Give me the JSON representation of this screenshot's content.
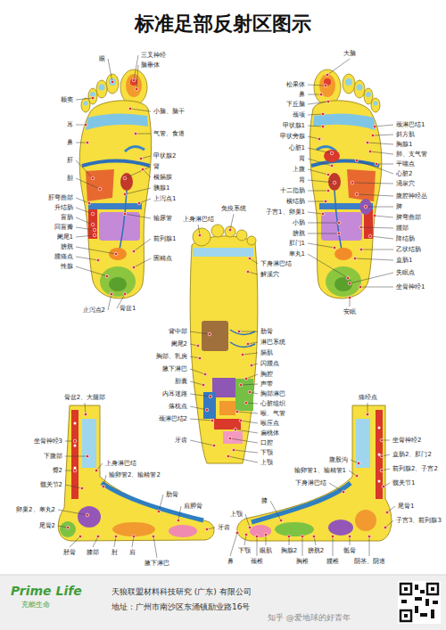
{
  "diagram": {
    "title": "标准足部反射区图示",
    "labels": [
      "三叉神经",
      "脑垂体",
      "眼",
      "额窦",
      "耳",
      "鼻",
      "肝",
      "胆",
      "肝弯曲部",
      "升结肠",
      "盲肠",
      "回盲瓣",
      "阑尾1",
      "膀胱",
      "腰痛点",
      "性腺",
      "小脑、脑干",
      "气管、食道",
      "甲状腺2",
      "肾",
      "横膈膜",
      "胰腺1",
      "上泻点1",
      "输尿管",
      "前列腺1",
      "固精点",
      "止泻点2",
      "骨盆1",
      "大脑",
      "松果体",
      "鼻",
      "下丘脑",
      "颈项",
      "甲状腺1",
      "甲状旁腺",
      "心脏1",
      "胃",
      "上腹",
      "胃",
      "十二指肠",
      "横结肠",
      "子宫1、卵巢1",
      "小肠",
      "膀胱",
      "肛门1",
      "睾丸1",
      "颈淋巴结1",
      "斜方肌",
      "胸腺1",
      "肺、支气管",
      "平喘点",
      "心脏2",
      "涌泉穴",
      "腹腔神经丛",
      "脾",
      "脾弯曲部",
      "腰部",
      "降结肠",
      "乙状结肠",
      "直肠1",
      "失眠点",
      "坐骨神经1",
      "安眠",
      "上身淋巴结",
      "免疫系统",
      "下身淋巴结",
      "解溪穴",
      "背中部",
      "阑尾2",
      "胸部、乳房",
      "腋下淋巴",
      "胆囊",
      "内耳迷路",
      "落枕点",
      "颈淋巴结2",
      "牙齿",
      "肋骨",
      "淋巴系统",
      "膈肌",
      "闪腰点",
      "胸腔",
      "声带",
      "胸部淋巴",
      "心脏组织",
      "喉、气管",
      "喉压点",
      "扁桃体",
      "口腔",
      "下颚",
      "上颚",
      "骨盆2、大腿部",
      "坐骨神经3",
      "下腹部",
      "臀2",
      "髋关节2",
      "卵巢2、睾丸2",
      "尾骨2",
      "上身淋巴结",
      "输卵管2、输精管2",
      "肋骨",
      "肩胛骨",
      "牙齿",
      "胫骨",
      "膝部",
      "肘",
      "肩",
      "腋下淋巴",
      "痛经点",
      "坐骨神经2",
      "腹股沟",
      "直肠2、肛门2",
      "输卵管1、输精管1",
      "前列腺2、子宫2",
      "下身淋巴结",
      "髋关节1",
      "膝",
      "上颚",
      "尾骨1",
      "子宫3、前列腺3",
      "下颚",
      "眼肌",
      "胸腺2",
      "膀胱2",
      "骶骨",
      "鼻",
      "颈椎",
      "胸椎",
      "腰椎",
      "阴茎、阴道",
      "Prime Life",
      "充能生命",
      "天狼联盟材料科技研究 (广东) 有限公司",
      "地址：广州市南沙区东涌镇励业路16号",
      "知乎 @爱地球的好青年"
    ]
  }
}
